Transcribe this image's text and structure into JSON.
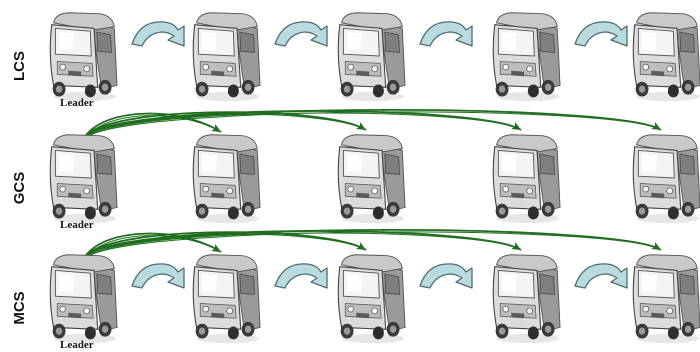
{
  "rows": [
    {
      "label": "LCS",
      "leader_label": "Leader",
      "local_links": true,
      "global_links": false
    },
    {
      "label": "GCS",
      "leader_label": "Leader",
      "local_links": false,
      "global_links": true
    },
    {
      "label": "MCS",
      "leader_label": "Leader",
      "local_links": true,
      "global_links": true
    }
  ],
  "vehicles_per_row": 5,
  "colors": {
    "local_arrow_fill": "#b9dbe0",
    "local_arrow_stroke": "#4d6d72",
    "global_arrow": "#1f6e1f",
    "vehicle_body": "#d8d8d8",
    "vehicle_dark": "#6a6a6a"
  }
}
